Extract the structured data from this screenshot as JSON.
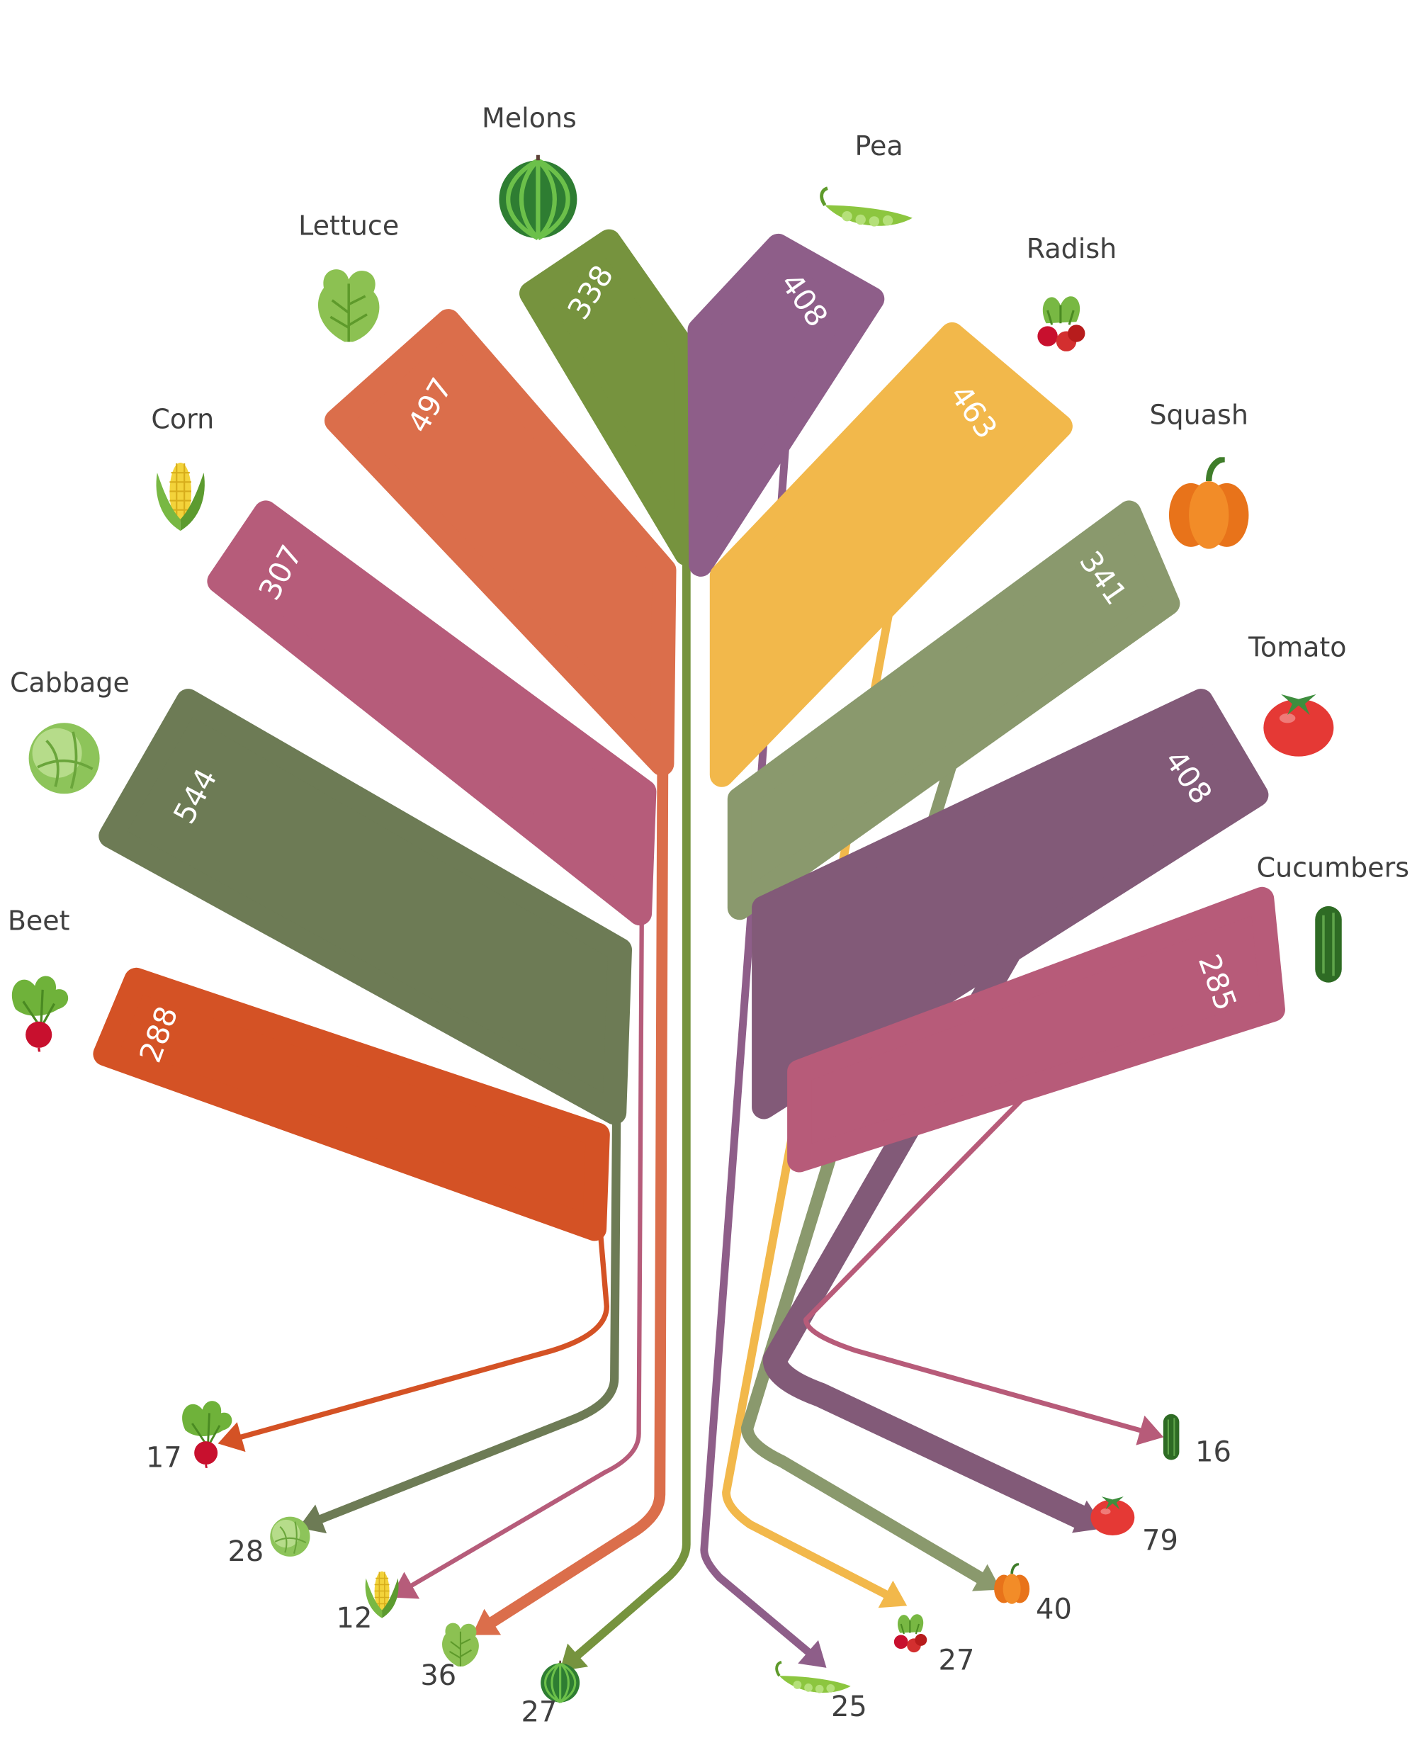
{
  "chart_data": {
    "type": "sankey",
    "items": [
      {
        "name": "Beet",
        "value": 288,
        "outflow": 17,
        "color": "#D45225",
        "icon": "beet-icon"
      },
      {
        "name": "Cabbage",
        "value": 544,
        "outflow": 28,
        "color": "#6D7B55",
        "icon": "cabbage-icon"
      },
      {
        "name": "Corn",
        "value": 307,
        "outflow": 12,
        "color": "#B65C7A",
        "icon": "corn-icon"
      },
      {
        "name": "Lettuce",
        "value": 497,
        "outflow": 36,
        "color": "#DB6E4B",
        "icon": "lettuce-icon"
      },
      {
        "name": "Melons",
        "value": 338,
        "outflow": 27,
        "color": "#76933E",
        "icon": "melon-icon"
      },
      {
        "name": "Pea",
        "value": 408,
        "outflow": 25,
        "color": "#8E5E89",
        "icon": "pea-icon"
      },
      {
        "name": "Radish",
        "value": 463,
        "outflow": 27,
        "color": "#F2B84B",
        "icon": "radish-icon"
      },
      {
        "name": "Squash",
        "value": 341,
        "outflow": 40,
        "color": "#8A996D",
        "icon": "pumpkin-icon"
      },
      {
        "name": "Tomato",
        "value": 408,
        "outflow": 79,
        "color": "#825A78",
        "icon": "tomato-icon"
      },
      {
        "name": "Cucumbers",
        "value": 285,
        "outflow": 16,
        "color": "#B75B79",
        "icon": "cucumber-icon"
      }
    ]
  }
}
